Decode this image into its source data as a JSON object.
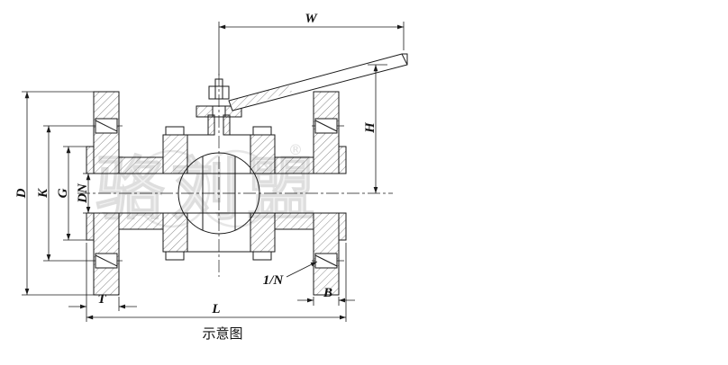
{
  "page": {
    "caption": "示意图"
  },
  "watermark": {
    "text": "骆刘盟",
    "registered": "®"
  },
  "dim_labels": {
    "W": "W",
    "H": "H",
    "D": "D",
    "K": "K",
    "G": "G",
    "DN": "DN",
    "T": "T",
    "L": "L",
    "B": "B",
    "N": "1/N"
  },
  "colors": {
    "line": "#1a1a1a",
    "watermark": "#c9c9c9",
    "background": "#ffffff"
  }
}
